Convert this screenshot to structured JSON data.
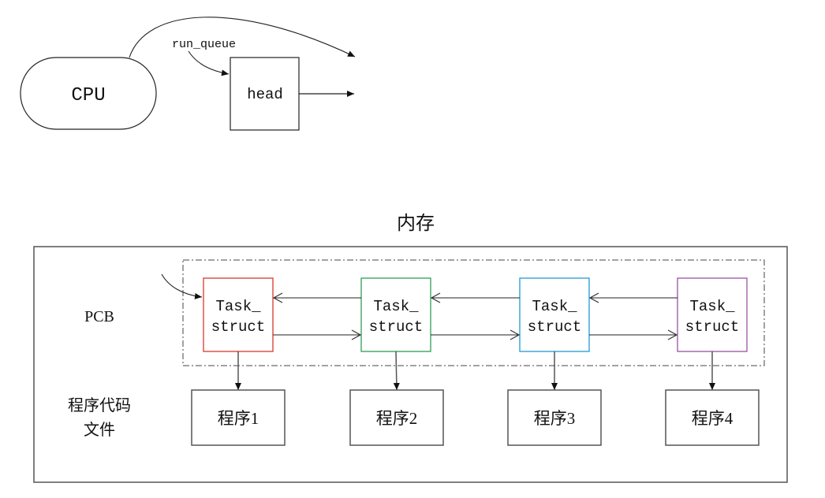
{
  "top": {
    "cpu_label": "CPU",
    "run_queue_label": "run_queue",
    "head_label": "head"
  },
  "memory": {
    "title": "内存",
    "pcb_label": "PCB",
    "program_files_label_line1": "程序代码",
    "program_files_label_line2": "文件",
    "tasks": [
      {
        "line1": "Task_",
        "line2": "struct",
        "color": "#d9382b"
      },
      {
        "line1": "Task_",
        "line2": "struct",
        "color": "#2e9e57"
      },
      {
        "line1": "Task_",
        "line2": "struct",
        "color": "#1f9bd6"
      },
      {
        "line1": "Task_",
        "line2": "struct",
        "color": "#9b52a1"
      }
    ],
    "programs": [
      "程序1",
      "程序2",
      "程序3",
      "程序4"
    ]
  }
}
